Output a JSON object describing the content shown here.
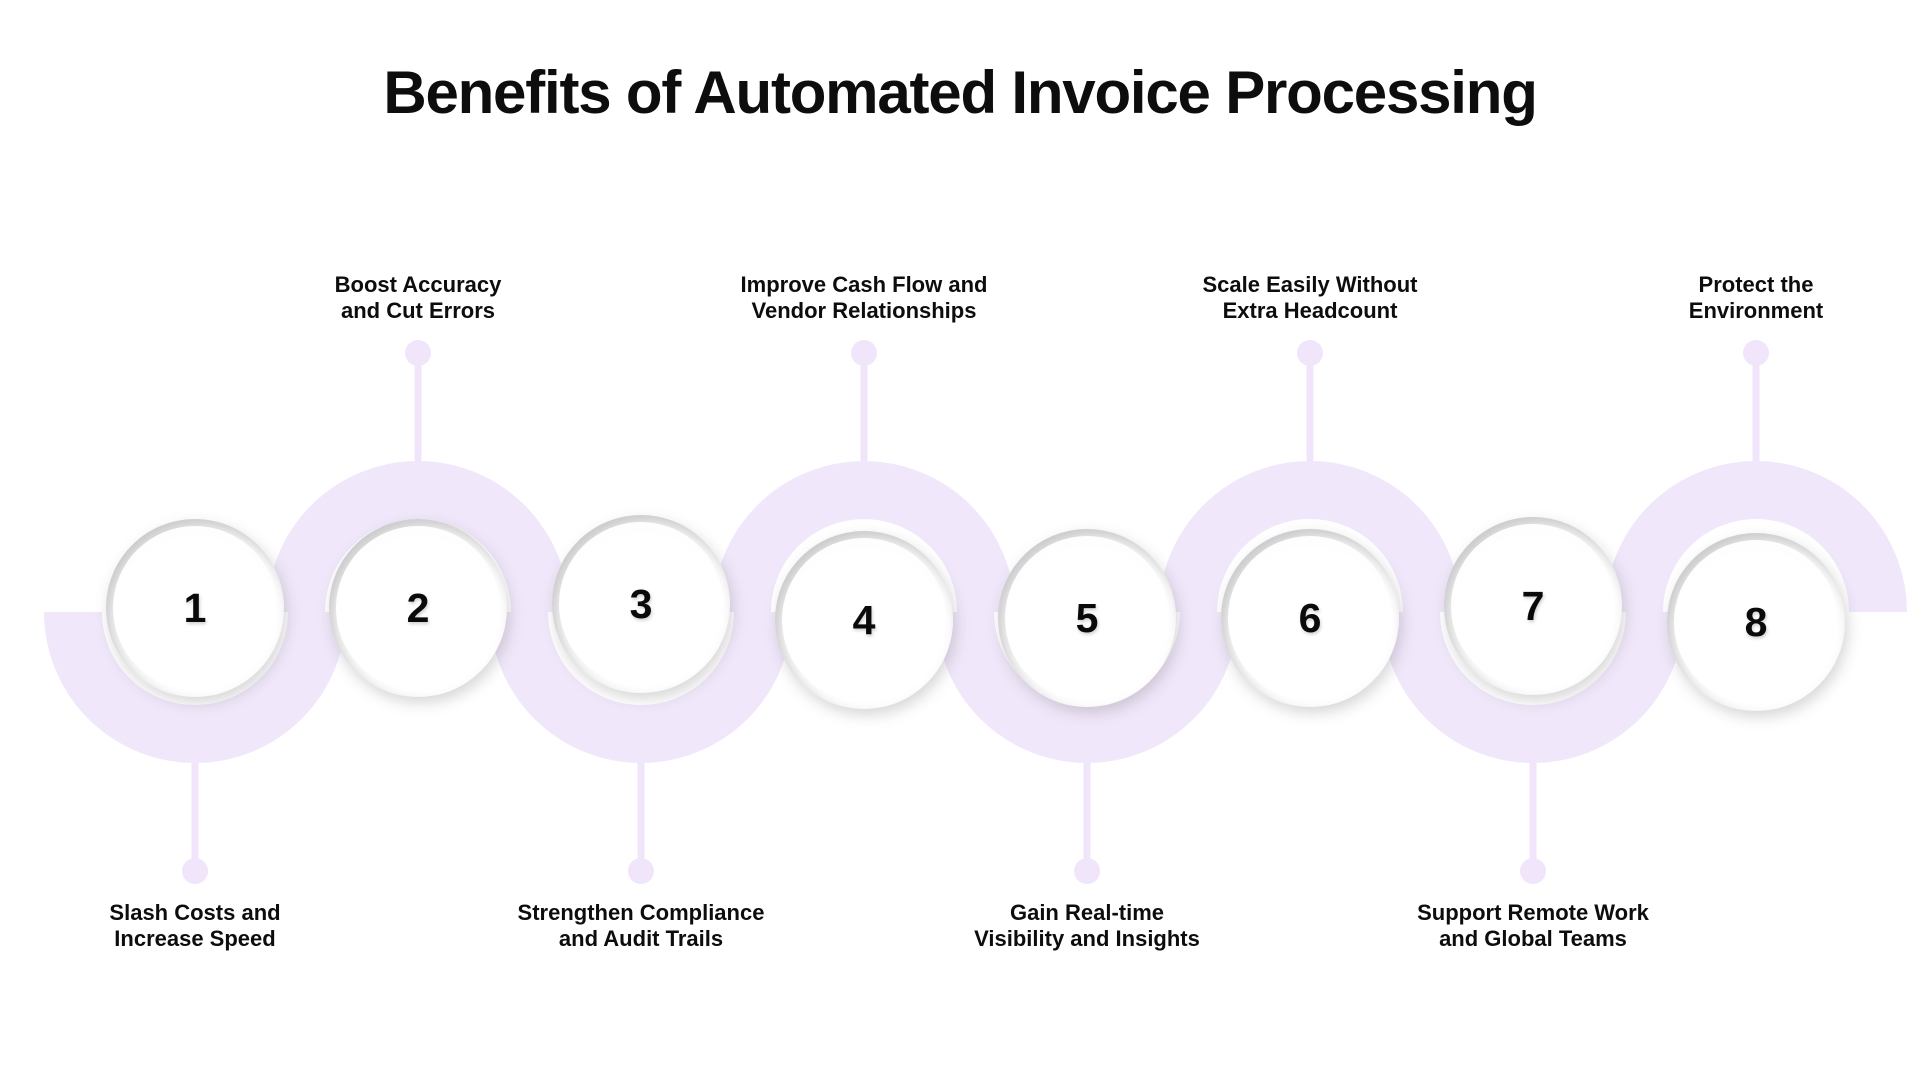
{
  "header": {
    "title": "Benefits of Automated Invoice Processing"
  },
  "theme": {
    "background": "#ffffff",
    "arc_color": "#f1e7fa",
    "connector_color": "#f0e5fb",
    "number_color": "#0a0a0a",
    "label_color": "#0d0d0d",
    "circle_fill": "#ffffff"
  },
  "benefits": [
    {
      "number": "1",
      "label": "Slash Costs and\nIncrease Speed",
      "label_position": "bottom"
    },
    {
      "number": "2",
      "label": "Boost Accuracy\nand Cut Errors",
      "label_position": "top"
    },
    {
      "number": "3",
      "label": "Strengthen Compliance\nand Audit Trails",
      "label_position": "bottom"
    },
    {
      "number": "4",
      "label": "Improve Cash Flow and\nVendor Relationships",
      "label_position": "top"
    },
    {
      "number": "5",
      "label": "Gain Real-time\nVisibility and Insights",
      "label_position": "bottom"
    },
    {
      "number": "6",
      "label": "Scale Easily Without\nExtra Headcount",
      "label_position": "top"
    },
    {
      "number": "7",
      "label": "Support Remote Work\nand Global Teams",
      "label_position": "bottom"
    },
    {
      "number": "8",
      "label": "Protect the\nEnvironment",
      "label_position": "top"
    }
  ]
}
